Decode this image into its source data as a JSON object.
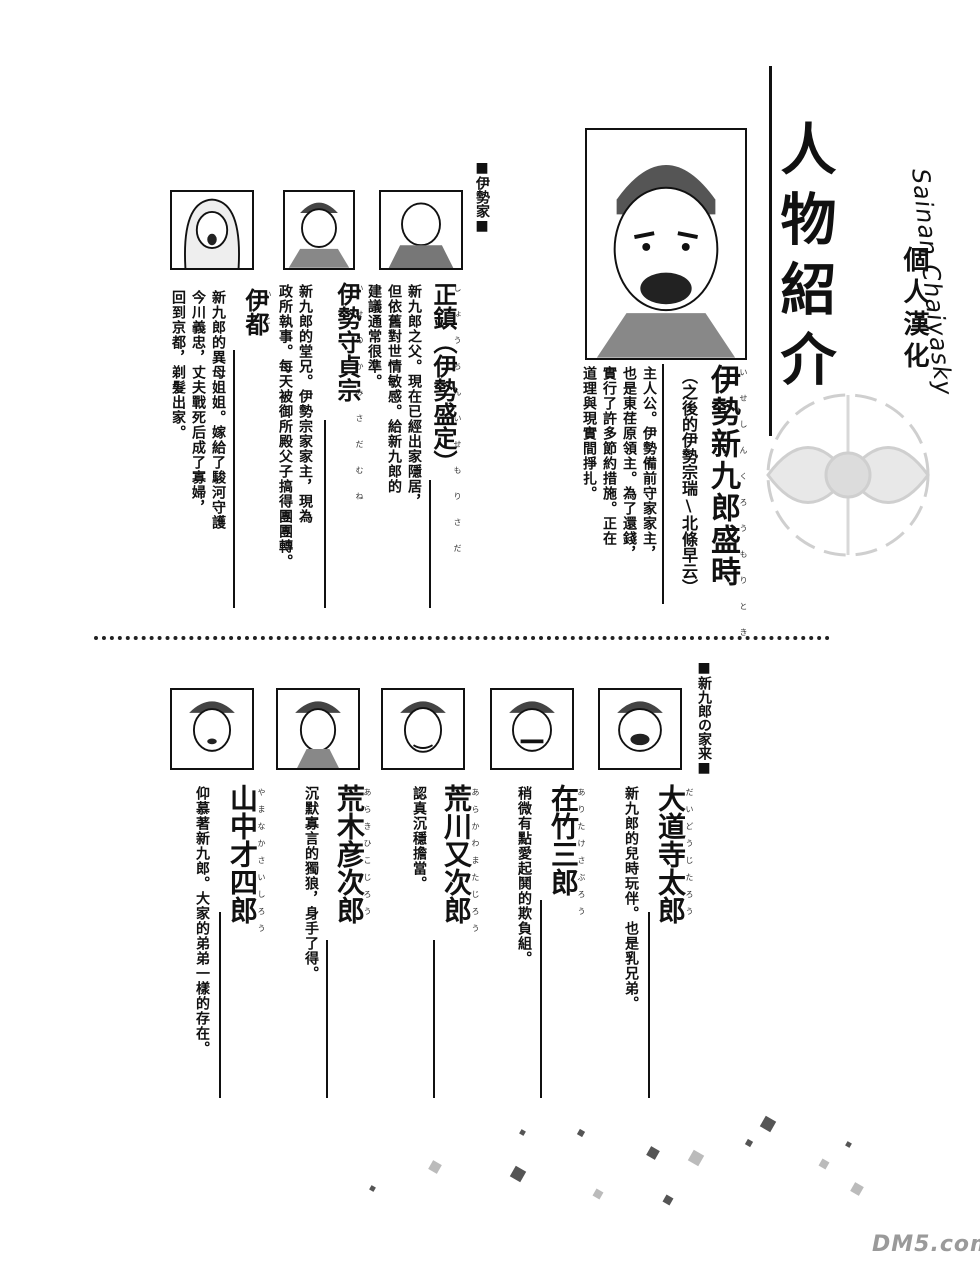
{
  "title": "人物紹介",
  "scanlator": {
    "logo": "Sainan Chaiyasky",
    "credit": "個人漢化"
  },
  "watermark": "DM5.com",
  "groups": {
    "ise": "■伊勢家■",
    "retainers": "■新九郎の家来■"
  },
  "main_character": {
    "name": "伊勢新九郎盛時",
    "ruby": "いせしんくろうもりとき",
    "alias": "（之後的伊勢宗瑞\\北條早云）",
    "desc": [
      "主人公。伊勢備前守家家主，",
      "也是東荏原領主。為了還錢，",
      "實行了許多節約措施。正在",
      "道理與現實間掙扎。"
    ]
  },
  "ise_family": [
    {
      "name": "正鎮（伊勢盛定）",
      "ruby": "しょうちんいせもりさだ",
      "desc": [
        "新九郎之父。現在已經出家隱居，",
        "但依舊對世情敏感。給新九郎的",
        "建議通常很準。"
      ]
    },
    {
      "name": "伊勢守貞宗",
      "ruby": "いせのかみさだむね",
      "desc": [
        "新九郎的堂兄。伊勢宗家家主，現為",
        "政所執事。每天被御所殿父子搞得團團轉。"
      ]
    },
    {
      "name": "伊都",
      "ruby": "いと",
      "desc": [
        "新九郎的異母姐姐。嫁給了駿河守護",
        "今川義忠，丈夫戰死后成了寡婦，",
        "回到京都，剃髮出家。"
      ]
    }
  ],
  "retainers": [
    {
      "name": "大道寺太郎",
      "ruby": "だいどうじたろう",
      "desc": [
        "新九郎的兒時玩伴。也是乳兄弟。"
      ]
    },
    {
      "name": "在竹三郎",
      "ruby": "ありたけさぶろう",
      "desc": [
        "稍微有點愛起鬨的欺負組。"
      ]
    },
    {
      "name": "荒川又次郎",
      "ruby": "あらかわまたじろう",
      "desc": [
        "認真沉穩擔當。"
      ]
    },
    {
      "name": "荒木彦次郎",
      "ruby": "あらきひこじろう",
      "desc": [
        "沉默寡言的獨狼，身手了得。"
      ]
    },
    {
      "name": "山中才四郎",
      "ruby": "やまなかさいしろう",
      "desc": [
        "仰慕著新九郎。大家的弟弟一樣的存在。"
      ]
    }
  ]
}
